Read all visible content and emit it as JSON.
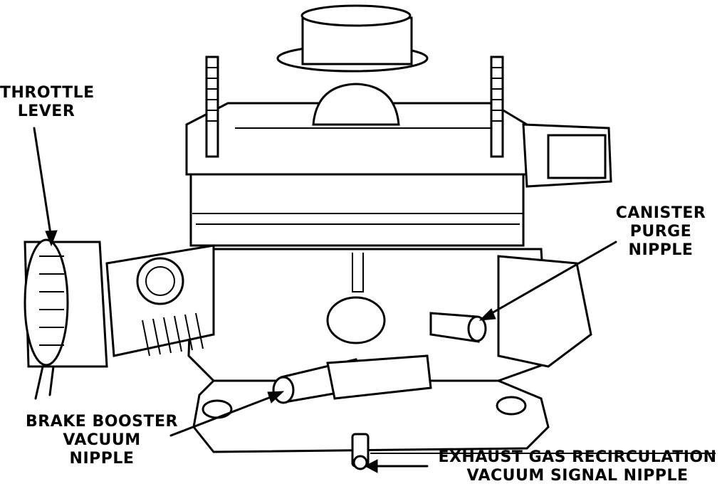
{
  "labels": {
    "throttle_lever": [
      "THROTTLE",
      "LEVER"
    ],
    "canister_purge_nipple": [
      "CANISTER",
      "PURGE",
      "NIPPLE"
    ],
    "brake_booster_vacuum_nipple": [
      "BRAKE BOOSTER",
      "VACUUM",
      "NIPPLE"
    ],
    "egr_vacuum_signal_nipple": [
      "EXHAUST GAS RECIRCULATION",
      "VACUUM SIGNAL NIPPLE"
    ]
  }
}
